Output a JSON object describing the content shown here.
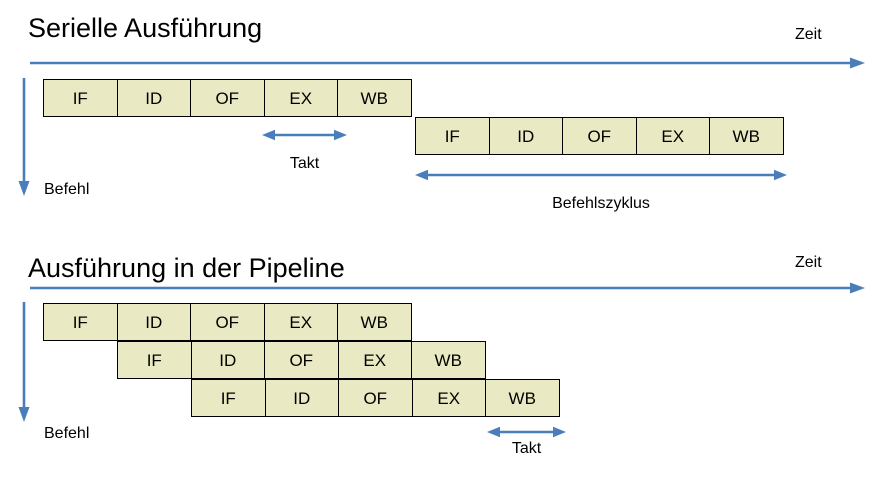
{
  "slide": {
    "background_color": "#FFFFFF",
    "accent_color": "#4A7EBB",
    "box_fill_color": "#E9E9C3",
    "box_border_color": "#000000",
    "text_color": "#000000"
  },
  "sections": {
    "serial": {
      "title": "Serielle Ausführung",
      "time_axis_label": "Zeit",
      "instruction_axis_label": "Befehl",
      "rows": [
        {
          "stages": [
            "IF",
            "ID",
            "OF",
            "EX",
            "WB"
          ]
        },
        {
          "stages": [
            "IF",
            "ID",
            "OF",
            "EX",
            "WB"
          ]
        }
      ],
      "measures": [
        {
          "label": "Takt"
        },
        {
          "label": "Befehlszyklus"
        }
      ]
    },
    "pipeline": {
      "title": "Ausführung in der Pipeline",
      "time_axis_label": "Zeit",
      "instruction_axis_label": "Befehl",
      "rows": [
        {
          "stages": [
            "IF",
            "ID",
            "OF",
            "EX",
            "WB"
          ]
        },
        {
          "stages": [
            "IF",
            "ID",
            "OF",
            "EX",
            "WB"
          ]
        },
        {
          "stages": [
            "IF",
            "ID",
            "OF",
            "EX",
            "WB"
          ]
        }
      ],
      "measures": [
        {
          "label": "Takt"
        }
      ]
    }
  }
}
